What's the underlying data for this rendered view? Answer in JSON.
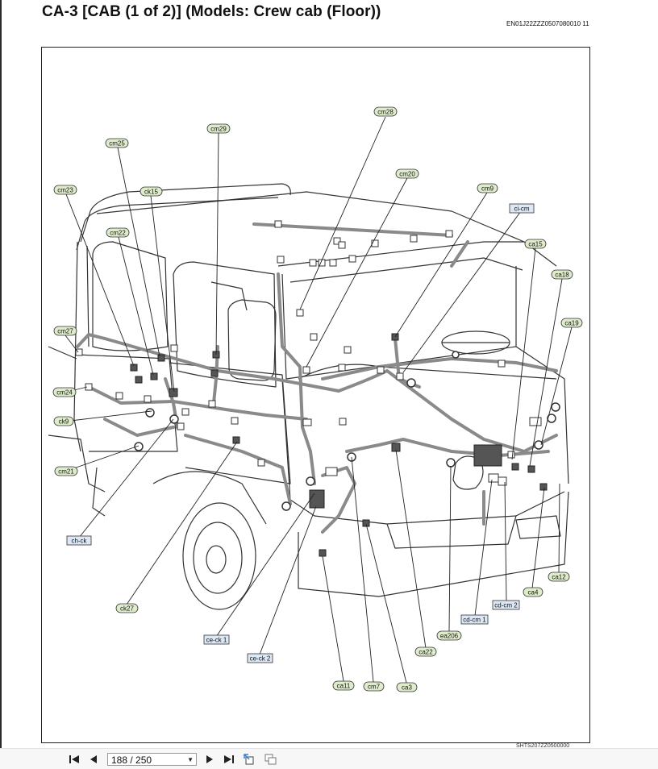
{
  "document": {
    "title": "CA-3 [CAB (1 of 2)] (Models: Crew cab (Floor))",
    "code": "EN01J22ZZZ0507080010 11",
    "footer_code": "SHTS207ZZ0500000"
  },
  "diagram": {
    "labels": {
      "cm28": "cm28",
      "cm29": "cm29",
      "cm25": "cm25",
      "cm20": "cm20",
      "cm9": "cm9",
      "ci_cm": "ci-cm",
      "cm23": "cm23",
      "ck15": "ck15",
      "cm22": "cm22",
      "ca15": "ca15",
      "ca18": "ca18",
      "ca19": "ca19",
      "cm27": "cm27",
      "cm24": "cm24",
      "ck9": "ck9",
      "cm21": "cm21",
      "ch_ck": "ch-ck",
      "ck27": "ck27",
      "ce_ck1": "ce-ck 1",
      "ce_ck2": "ce-ck 2",
      "ca11": "ca11",
      "cm7": "cm7",
      "ca3": "ca3",
      "ca22": "ca22",
      "ea206": "ea206",
      "cd_cm1": "cd-cm 1",
      "cd_cm2": "cd-cm 2",
      "ca4": "ca4",
      "ca12": "ca12"
    },
    "colors": {
      "green_tag": "#dfeccc",
      "blue_tag": "#dce8f5",
      "harness": "#8a8a8a",
      "outline": "#333333"
    }
  },
  "viewer": {
    "page_current": "188",
    "page_total": "250",
    "page_display": "188 / 250",
    "icons": [
      "first-page-icon",
      "prev-page-icon",
      "next-page-icon",
      "last-page-icon",
      "rotate-view-icon",
      "thumbnail-view-icon"
    ]
  }
}
